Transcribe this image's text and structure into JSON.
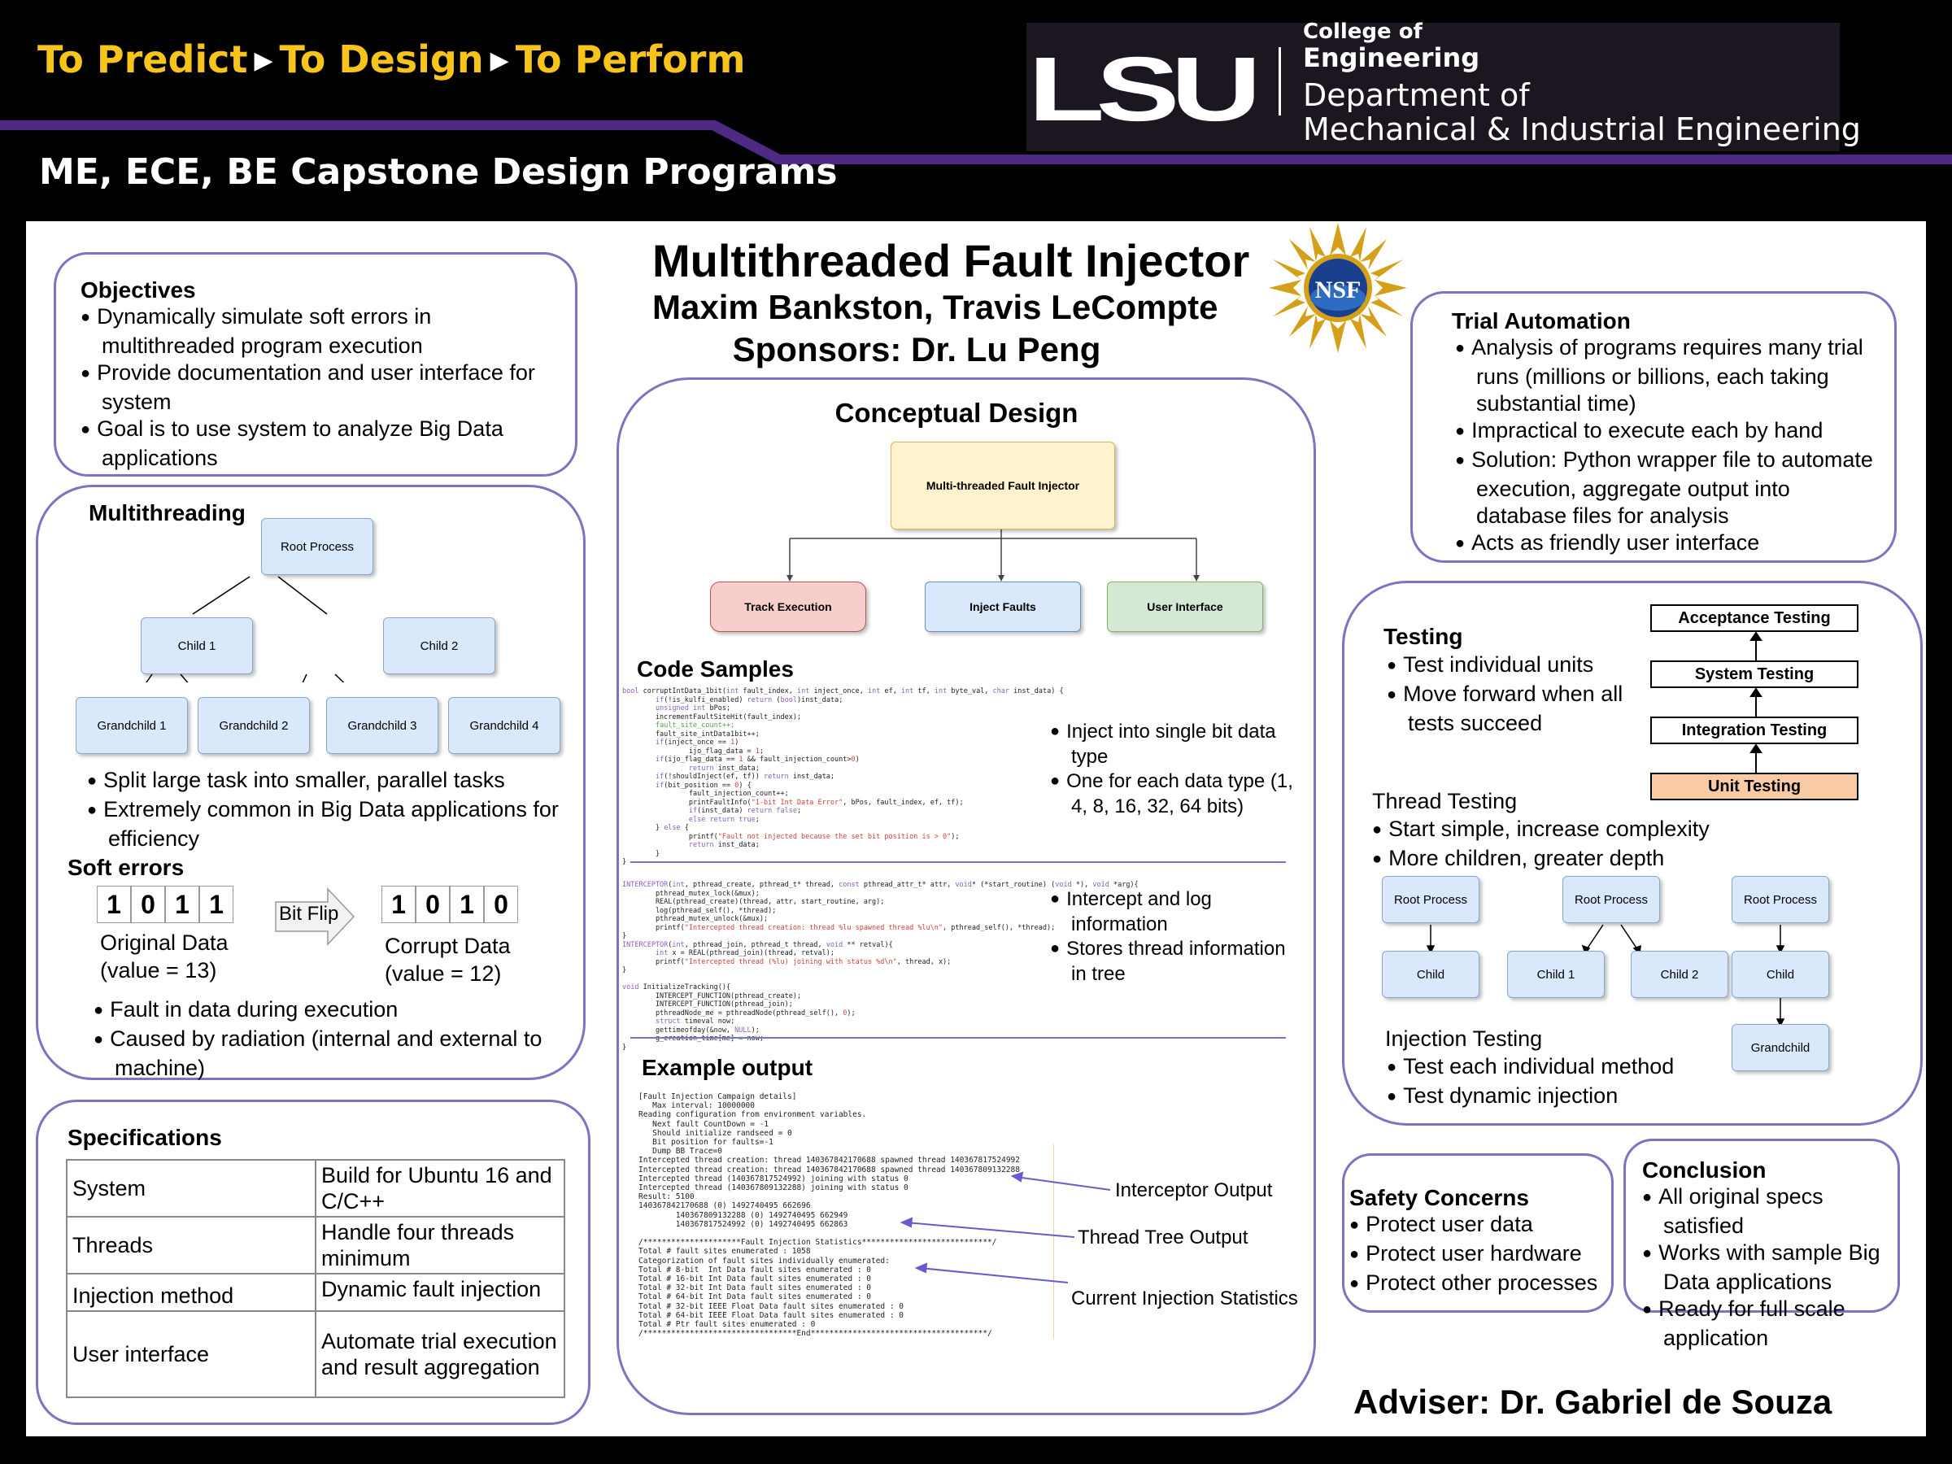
{
  "header": {
    "tagline": [
      "To Predict",
      "To Design",
      "To Perform"
    ],
    "program": "ME, ECE, BE Capstone Design Programs",
    "logo_text": "LSU",
    "college_line1": "College of",
    "college_line2": "Engineering",
    "dept_line1": "Department of",
    "dept_line2": "Mechanical & Industrial Engineering",
    "colors": {
      "gold": "#f7c41b",
      "purple": "#4e2a84"
    }
  },
  "title": {
    "main": "Multithreaded Fault Injector",
    "authors": "Maxim Bankston, Travis LeCompte",
    "sponsors": "Sponsors: Dr. Lu Peng",
    "nsf_text": "NSF"
  },
  "objectives": {
    "heading": "Objectives",
    "items": [
      "Dynamically simulate soft errors in multithreaded program execution",
      "Provide documentation and user interface for system",
      "Goal is to use system to analyze Big Data applications"
    ]
  },
  "multithreading": {
    "heading": "Multithreading",
    "tree": {
      "root": "Root Process",
      "children": [
        "Child 1",
        "Child 2"
      ],
      "grandchildren": [
        "Grandchild 1",
        "Grandchild 2",
        "Grandchild 3",
        "Grandchild 4"
      ]
    },
    "items": [
      "Split large task into smaller, parallel tasks",
      "Extremely common in Big Data applications for efficiency"
    ],
    "soft_errors_heading": "Soft errors",
    "original_bits": [
      "1",
      "0",
      "1",
      "1"
    ],
    "corrupt_bits": [
      "1",
      "0",
      "1",
      "0"
    ],
    "bit_flip": "Bit Flip",
    "original_label": "Original Data",
    "original_value": "(value = 13)",
    "corrupt_label": "Corrupt Data",
    "corrupt_value": "(value = 12)",
    "soft_items": [
      "Fault in data during execution",
      "Caused by radiation (internal and external to machine)"
    ]
  },
  "specifications": {
    "heading": "Specifications",
    "rows": [
      [
        "System",
        "Build for Ubuntu 16 and C/C++"
      ],
      [
        "Threads",
        "Handle four threads minimum"
      ],
      [
        "Injection method",
        "Dynamic fault injection"
      ],
      [
        "User interface",
        "Automate trial execution and result aggregation"
      ]
    ]
  },
  "conceptual": {
    "heading": "Conceptual Design",
    "top": "Multi-threaded Fault Injector",
    "track": "Track Execution",
    "inject": "Inject Faults",
    "ui": "User Interface",
    "colors": {
      "top": "#fff2cc",
      "track": "#f8cecc",
      "inject": "#dae8fc",
      "ui": "#d5e8d4"
    }
  },
  "code_samples": {
    "heading": "Code Samples",
    "notes1": [
      "Inject into single bit data type",
      "One for each data type (1, 4, 8, 16, 32, 64 bits)"
    ],
    "notes2": [
      "Intercept and log information",
      "Stores thread information in tree"
    ]
  },
  "example_output": {
    "heading": "Example output",
    "labels": [
      "Interceptor Output",
      "Thread Tree Output",
      "Current Injection Statistics"
    ]
  },
  "trial_automation": {
    "heading": "Trial Automation",
    "items": [
      "Analysis of programs requires many trial runs (millions or billions, each taking substantial time)",
      "Impractical to execute each by hand",
      "Solution: Python wrapper file to automate execution, aggregate output into database files for analysis",
      "Acts as friendly user interface"
    ]
  },
  "testing": {
    "heading": "Testing",
    "items": [
      "Test individual units",
      "Move forward when all tests succeed"
    ],
    "stack": [
      "Acceptance Testing",
      "System Testing",
      "Integration Testing",
      "Unit Testing"
    ],
    "thread_heading": "Thread Testing",
    "thread_items": [
      "Start simple, increase complexity",
      "More children, greater depth"
    ],
    "trees": {
      "root": "Root Process",
      "child": "Child",
      "child1": "Child 1",
      "child2": "Child 2",
      "grandchild": "Grandchild"
    },
    "injection_heading": "Injection Testing",
    "injection_items": [
      "Test each individual method",
      "Test dynamic injection"
    ]
  },
  "safety": {
    "heading": "Safety Concerns",
    "items": [
      "Protect user data",
      "Protect user hardware",
      "Protect other processes"
    ]
  },
  "conclusion": {
    "heading": "Conclusion",
    "items": [
      "All original specs satisfied",
      "Works with sample Big Data applications",
      "Ready for full scale application"
    ]
  },
  "adviser": "Adviser: Dr. Gabriel de Souza"
}
